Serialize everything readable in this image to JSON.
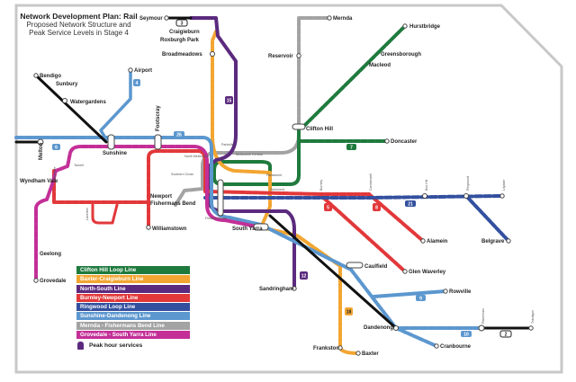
{
  "title": {
    "main": "Network Development Plan: Rail",
    "sub1": "Proposed Network Structure and",
    "sub2": "Peak Service Levels in Stage 4"
  },
  "stations": {
    "seymour": "Seymour",
    "craigieburn": "Craigieburn",
    "roxburgh_park": "Roxburgh Park",
    "broadmeadows": "Broadmeadows",
    "mernda": "Mernda",
    "reservoir": "Reservoir",
    "hurstbridge": "Hurstbridge",
    "greensborough": "Greensborough",
    "macleod": "Macleod",
    "bendigo": "Bendigo",
    "sunbury": "Sunbury",
    "watergardens": "Watergardens",
    "airport": "Airport",
    "melton": "Melton",
    "sunshine": "Sunshine",
    "footscray": "Footscray",
    "wyndham_vale": "Wyndham Vale",
    "geelong": "Geelong",
    "grovedale": "Grovedale",
    "newport": "Newport",
    "fishermans_bend": "Fishermans Bend",
    "williamstown": "Williamstown",
    "clifton_hill": "Clifton Hill",
    "doncaster": "Doncaster",
    "parkville": "Parkville",
    "melbourne_central": "Melbourne Central",
    "southern_cross": "Southern Cross",
    "flinders_street": "Flinders Street",
    "parliament": "Parliament",
    "richmond": "Richmond",
    "burnley": "Burnley",
    "camberwell": "Camberwell",
    "box_hill": "Box Hill",
    "ringwood": "Ringwood",
    "lilydale": "Lilydale",
    "alamein": "Alamein",
    "belgrave": "Belgrave",
    "glen_waverley": "Glen Waverley",
    "south_yarra": "South Yarra",
    "sandringham": "Sandringham",
    "caulfield": "Caulfield",
    "frankston": "Frankston",
    "baxter": "Baxter",
    "rowville": "Rowville",
    "dandenong": "Dandenong",
    "pakenham": "Pakenham",
    "traralgon": "Traralgon",
    "cranbourne": "Cranbourne",
    "north_melbourne": "North Melbourne",
    "werribee": "Werribee",
    "tarneit": "Tarneit",
    "laverton": "Laverton"
  },
  "service_badges": [
    "3",
    "2",
    "7",
    "21",
    "9",
    "10",
    "12",
    "15",
    "18",
    "26",
    "4",
    "6",
    "5",
    "8"
  ],
  "legend": [
    {
      "label": "Clifton Hill Loop Line",
      "color": "#1f7a3d"
    },
    {
      "label": "Baxter-Craigieburn Line",
      "color": "#f2a531"
    },
    {
      "label": "North-South Line",
      "color": "#5b2a7e"
    },
    {
      "label": "Burnley-Newport Line",
      "color": "#e2383a"
    },
    {
      "label": "Ringwood Loop Line",
      "color": "#33509f"
    },
    {
      "label": "Sunshine-Dandenong Line",
      "color": "#5c97cf"
    },
    {
      "label": "Mernda - Fishermans Bend Line",
      "color": "#a3a3a3"
    },
    {
      "label": "Grovedale - South Yarra Line",
      "color": "#c32f97"
    }
  ],
  "peak_label": "Peak hour services"
}
